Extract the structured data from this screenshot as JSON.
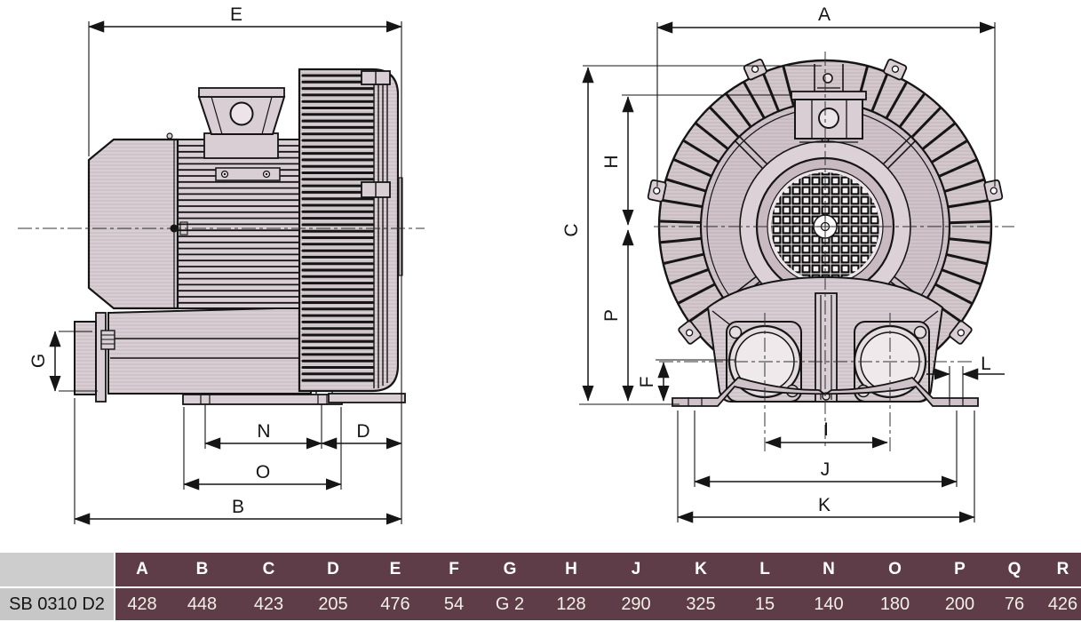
{
  "drawing": {
    "dim_labels": {
      "e": "E",
      "g": "G",
      "n": "N",
      "d": "D",
      "o": "O",
      "b": "B",
      "a": "A",
      "c": "C",
      "h": "H",
      "p": "P",
      "f": "F",
      "l": "L",
      "i": "I",
      "j": "J",
      "k": "K"
    }
  },
  "table": {
    "row_label": "SB 0310 D2",
    "columns": [
      "A",
      "B",
      "C",
      "D",
      "E",
      "F",
      "G",
      "H",
      "J",
      "K",
      "L",
      "N",
      "O",
      "P",
      "Q",
      "R"
    ],
    "values": [
      "428",
      "448",
      "423",
      "205",
      "476",
      "54",
      "G 2",
      "128",
      "290",
      "325",
      "15",
      "140",
      "180",
      "200",
      "76",
      "426"
    ]
  },
  "colors": {
    "table_header_bg": "#5e3d49",
    "table_text": "#f3efe8",
    "label_cell_bg": "#c7c7c7",
    "corner_cell_bg": "#cdcdcd",
    "line": "#151515",
    "body_fill": "#d9ced3"
  }
}
